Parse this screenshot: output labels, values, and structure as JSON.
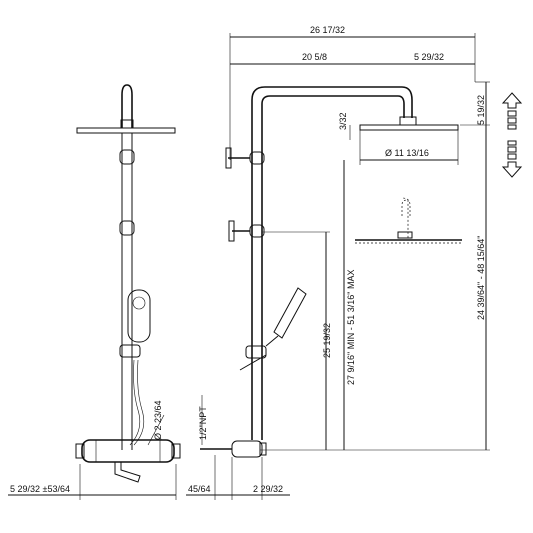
{
  "dimensions": {
    "overall_width": "26 17/32",
    "arm_length": "20 5/8",
    "head_offset": "5 29/32",
    "head_height": "5 19/32",
    "head_diameter": "Ø 11 13/16",
    "head_thickness": "3/32",
    "total_height": "24 39/64\" - 48 15/64\"",
    "adjust_range": "27 9/16\" MIN - 51 3/16\" MAX",
    "valve_to_diverter": "25 19/32",
    "hose_size": "Ø 2 23/64",
    "inlet": "1/2\"NPT",
    "base_depth": "5 29/32 ±53/64",
    "wall_offset": "45/64",
    "bottom_depth": "2 29/32"
  }
}
